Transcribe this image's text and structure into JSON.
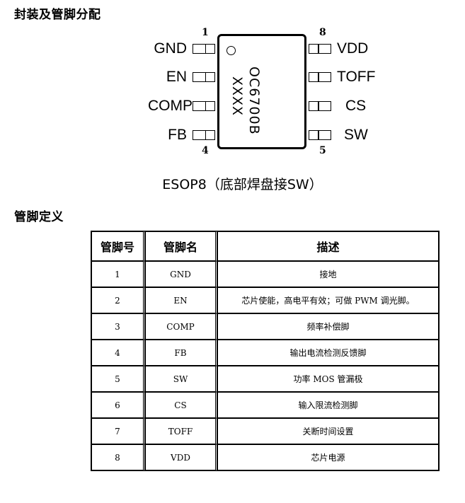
{
  "sections": {
    "package_title": "封装及管脚分配",
    "pin_definition_title": "管脚定义"
  },
  "package": {
    "model": "OC6700B",
    "marking": "XXXX",
    "caption": "ESOP8（底部焊盘接SW）",
    "corner_numbers": {
      "top_left": "1",
      "top_right": "8",
      "bottom_left": "4",
      "bottom_right": "5"
    },
    "left_pins": [
      "GND",
      "EN",
      "COMP",
      "FB"
    ],
    "right_pins": [
      "VDD",
      "TOFF",
      "CS",
      "SW"
    ]
  },
  "table": {
    "headers": [
      "管脚号",
      "管脚名",
      "描述"
    ],
    "rows": [
      [
        "1",
        "GND",
        "接地"
      ],
      [
        "2",
        "EN",
        "芯片使能，高电平有效；可做 PWM 调光脚。"
      ],
      [
        "3",
        "COMP",
        "频率补偿脚"
      ],
      [
        "4",
        "FB",
        "输出电流检测反馈脚"
      ],
      [
        "5",
        "SW",
        "功率 MOS 管漏极"
      ],
      [
        "6",
        "CS",
        "输入限流检测脚"
      ],
      [
        "7",
        "TOFF",
        "关断时间设置"
      ],
      [
        "8",
        "VDD",
        "芯片电源"
      ]
    ]
  }
}
